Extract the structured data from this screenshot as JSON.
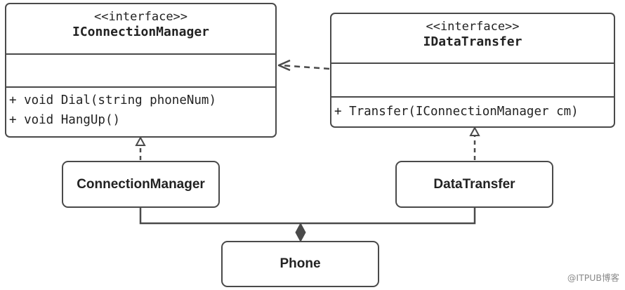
{
  "interfaces": {
    "connection_manager": {
      "stereotype": "<<interface>>",
      "name": "IConnectionManager",
      "operations": [
        "+ void Dial(string phoneNum)",
        "+ void HangUp()"
      ]
    },
    "data_transfer": {
      "stereotype": "<<interface>>",
      "name": "IDataTransfer",
      "operations": [
        "+ Transfer(IConnectionManager cm)"
      ]
    }
  },
  "classes": {
    "connection_manager": "ConnectionManager",
    "data_transfer": "DataTransfer",
    "phone": "Phone"
  },
  "relationships": [
    {
      "type": "dependency",
      "from": "IDataTransfer",
      "to": "IConnectionManager"
    },
    {
      "type": "realization",
      "from": "ConnectionManager",
      "to": "IConnectionManager"
    },
    {
      "type": "realization",
      "from": "DataTransfer",
      "to": "IDataTransfer"
    },
    {
      "type": "composition",
      "whole": "Phone",
      "parts": [
        "ConnectionManager",
        "DataTransfer"
      ]
    }
  ],
  "watermark": "@ITPUB博客",
  "colors": {
    "line": "#4a4a4a",
    "text": "#222222",
    "watermark": "#8a8a8a"
  }
}
